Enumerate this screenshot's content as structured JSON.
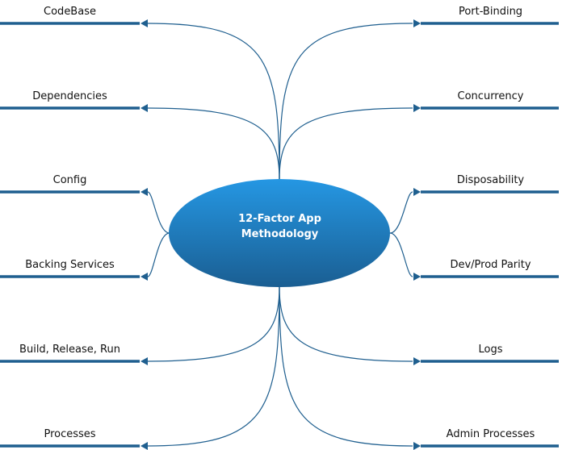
{
  "center": {
    "line1": "12-Factor App",
    "line2": "Methodology"
  },
  "left": [
    "CodeBase",
    "Dependencies",
    "Config",
    "Backing Services",
    "Build, Release, Run",
    "Processes"
  ],
  "right": [
    "Port-Binding",
    "Concurrency",
    "Disposability",
    "Dev/Prod Parity",
    "Logs",
    "Admin Processes"
  ],
  "colors": {
    "line": "#1f5f8f",
    "ellipse_top": "#2597e3",
    "ellipse_bottom": "#1a5e92"
  }
}
